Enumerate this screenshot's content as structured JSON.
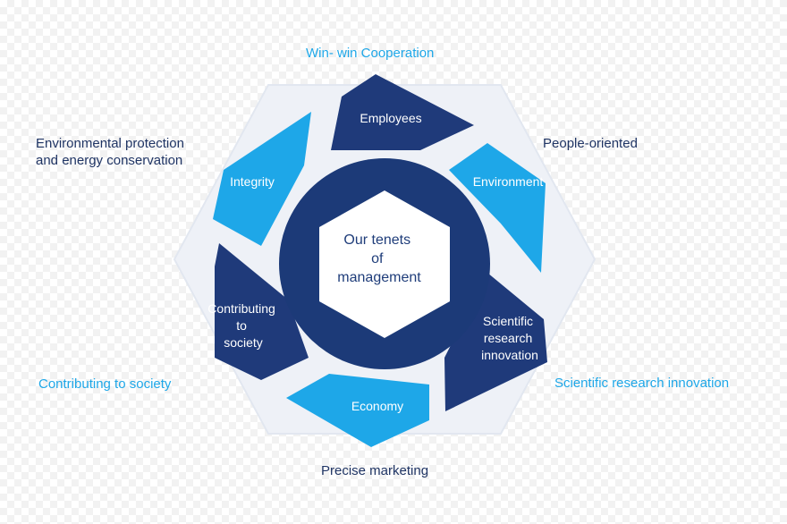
{
  "center": {
    "lines": [
      "Our  tenets",
      "of",
      "management"
    ]
  },
  "segments": [
    {
      "id": "employees",
      "label_lines": [
        "Employees"
      ]
    },
    {
      "id": "environment",
      "label_lines": [
        "Environment"
      ]
    },
    {
      "id": "scientific",
      "label_lines": [
        "Scientific",
        "research",
        "innovation"
      ]
    },
    {
      "id": "economy",
      "label_lines": [
        "Economy"
      ]
    },
    {
      "id": "contributing",
      "label_lines": [
        "Contributing",
        "to",
        "society"
      ]
    },
    {
      "id": "integrity",
      "label_lines": [
        "Integrity"
      ]
    }
  ],
  "outer_labels": {
    "win_win": "Win- win Cooperation",
    "people_oriented": "People-oriented",
    "env_protection_1": "Environmental protection",
    "env_protection_2": "and energy conservation",
    "contributing_society": "Contributing to society",
    "scientific_research": "Scientific research innovation",
    "precise_marketing": "Precise marketing"
  },
  "colors": {
    "dark_blue": "#1f3a7a",
    "light_blue": "#1ea7e8",
    "ring_blue": "#1c3a78",
    "text_dark": "#1f3464",
    "text_light": "#1ea7e8"
  }
}
